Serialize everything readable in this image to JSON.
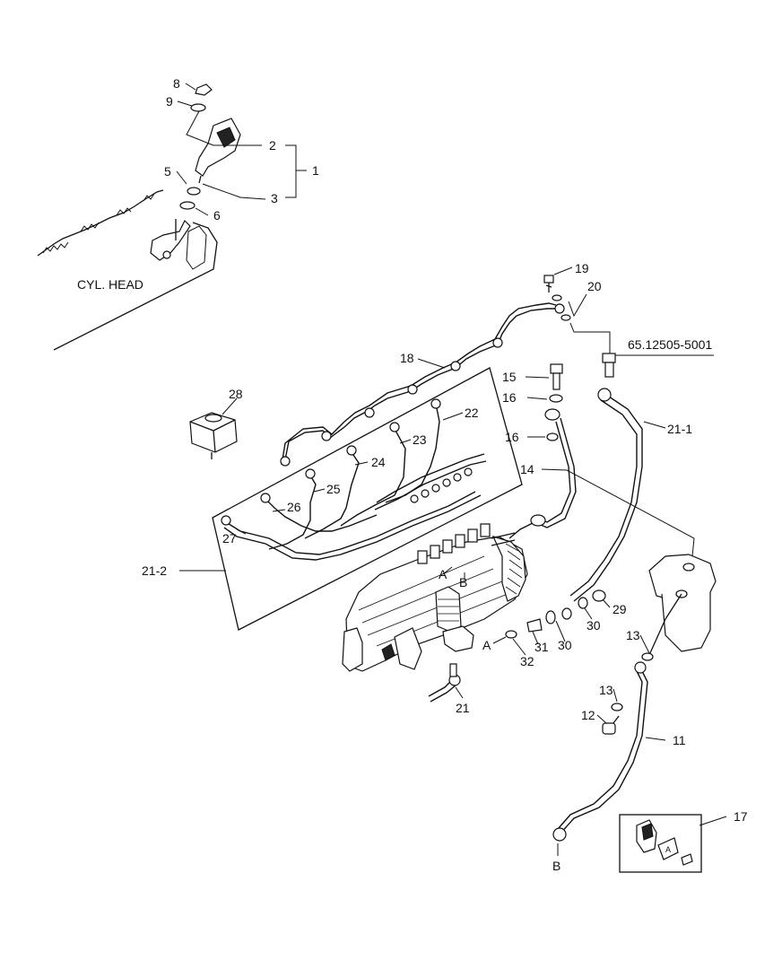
{
  "diagram": {
    "cylinder_head_label": "CYL. HEAD",
    "part_number_label": "65.12505-5001",
    "callouts": [
      "8",
      "9",
      "2",
      "1",
      "5",
      "3",
      "6",
      "19",
      "20",
      "18",
      "15",
      "16",
      "22",
      "21-1",
      "28",
      "16",
      "23",
      "14",
      "24",
      "25",
      "26",
      "27",
      "21-2",
      "A",
      "B",
      "29",
      "13",
      "30",
      "A",
      "31",
      "30",
      "32",
      "13",
      "21",
      "12",
      "11",
      "17",
      "B",
      "A"
    ]
  }
}
